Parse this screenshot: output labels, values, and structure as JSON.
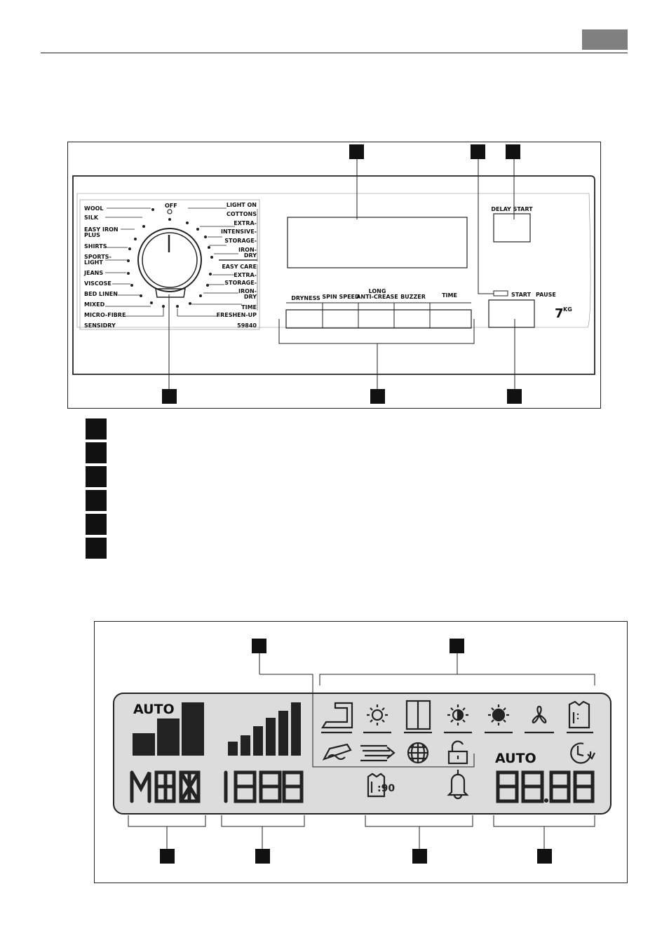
{
  "panel": {
    "programmes_left": [
      "WOOL",
      "SILK",
      "EASY IRON",
      "PLUS",
      "SHIRTS",
      "SPORTS-",
      "LIGHT",
      "JEANS",
      "VISCOSE",
      "BED LINEN",
      "MIXED",
      "MICRO-FIBRE"
    ],
    "programmes_right": [
      "LIGHT ON",
      "COTTONS",
      "EXTRA-",
      "INTENSIVE-",
      "STORAGE-",
      "IRON-",
      "DRY",
      "EASY CARE",
      "EXTRA-",
      "STORAGE-",
      "IRON-",
      "DRY",
      "TIME",
      "FRESHEN-UP"
    ],
    "off_label": "OFF",
    "brand_label": "SENSIDRY",
    "model_label": "59840",
    "buttons": [
      "DRYNESS",
      "SPIN SPEED",
      "LONG",
      "ANTI-CREASE",
      "BUZZER",
      "TIME"
    ],
    "delay_start_label": "DELAY START",
    "start_label": "START",
    "pause_label": "PAUSE",
    "capacity_label": "7",
    "capacity_unit": "KG"
  },
  "display": {
    "auto_left": "AUTO",
    "auto_right": "AUTO"
  },
  "icons": [
    "iron-icon",
    "sun-small-icon",
    "wardrobe-icon",
    "half-sun-icon",
    "full-sun-icon",
    "fan-icon",
    "shirt-icon",
    "iron-steam-icon",
    "spin-lines-icon",
    "globe-icon",
    "unlock-icon",
    "time-delay-icon",
    "shirt-count-icon",
    "bell-icon"
  ]
}
